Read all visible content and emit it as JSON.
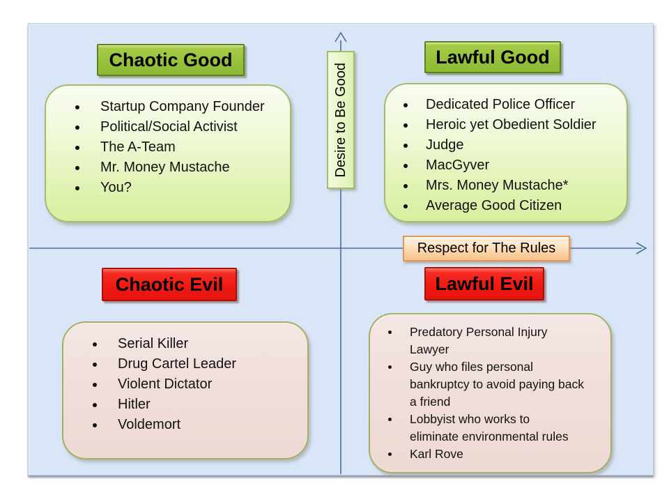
{
  "colors": {
    "slide_bg": "#d9e6f7",
    "axis_line": "#4a6d9b",
    "good_header": "#94c13a",
    "evil_header": "#ee1812",
    "good_box": "#e2f3b6",
    "evil_box": "#efdcd8",
    "peach_label": "#fbce9e",
    "vertical_label_bg": "#e7f4c2"
  },
  "axes": {
    "vertical_label": "Desire to Be Good",
    "horizontal_label": "Respect for The Rules"
  },
  "quadrants": {
    "chaotic_good": {
      "title": "Chaotic Good",
      "items": [
        "Startup Company Founder",
        "Political/Social Activist",
        "The A-Team",
        "Mr. Money Mustache",
        "You?"
      ]
    },
    "lawful_good": {
      "title": "Lawful Good",
      "items": [
        "Dedicated Police Officer",
        "Heroic yet Obedient Soldier",
        "Judge",
        "MacGyver",
        "Mrs. Money Mustache*",
        "Average Good Citizen"
      ]
    },
    "chaotic_evil": {
      "title": "Chaotic Evil",
      "items": [
        "Serial Killer",
        "Drug Cartel Leader",
        "Violent Dictator",
        "Hitler",
        "Voldemort"
      ]
    },
    "lawful_evil": {
      "title": "Lawful Evil",
      "items": [
        "Predatory Personal Injury\nLawyer",
        "Guy who files personal\nbankruptcy to avoid paying back\na friend",
        "Lobbyist who works to\neliminate environmental rules",
        "Karl Rove"
      ]
    }
  }
}
